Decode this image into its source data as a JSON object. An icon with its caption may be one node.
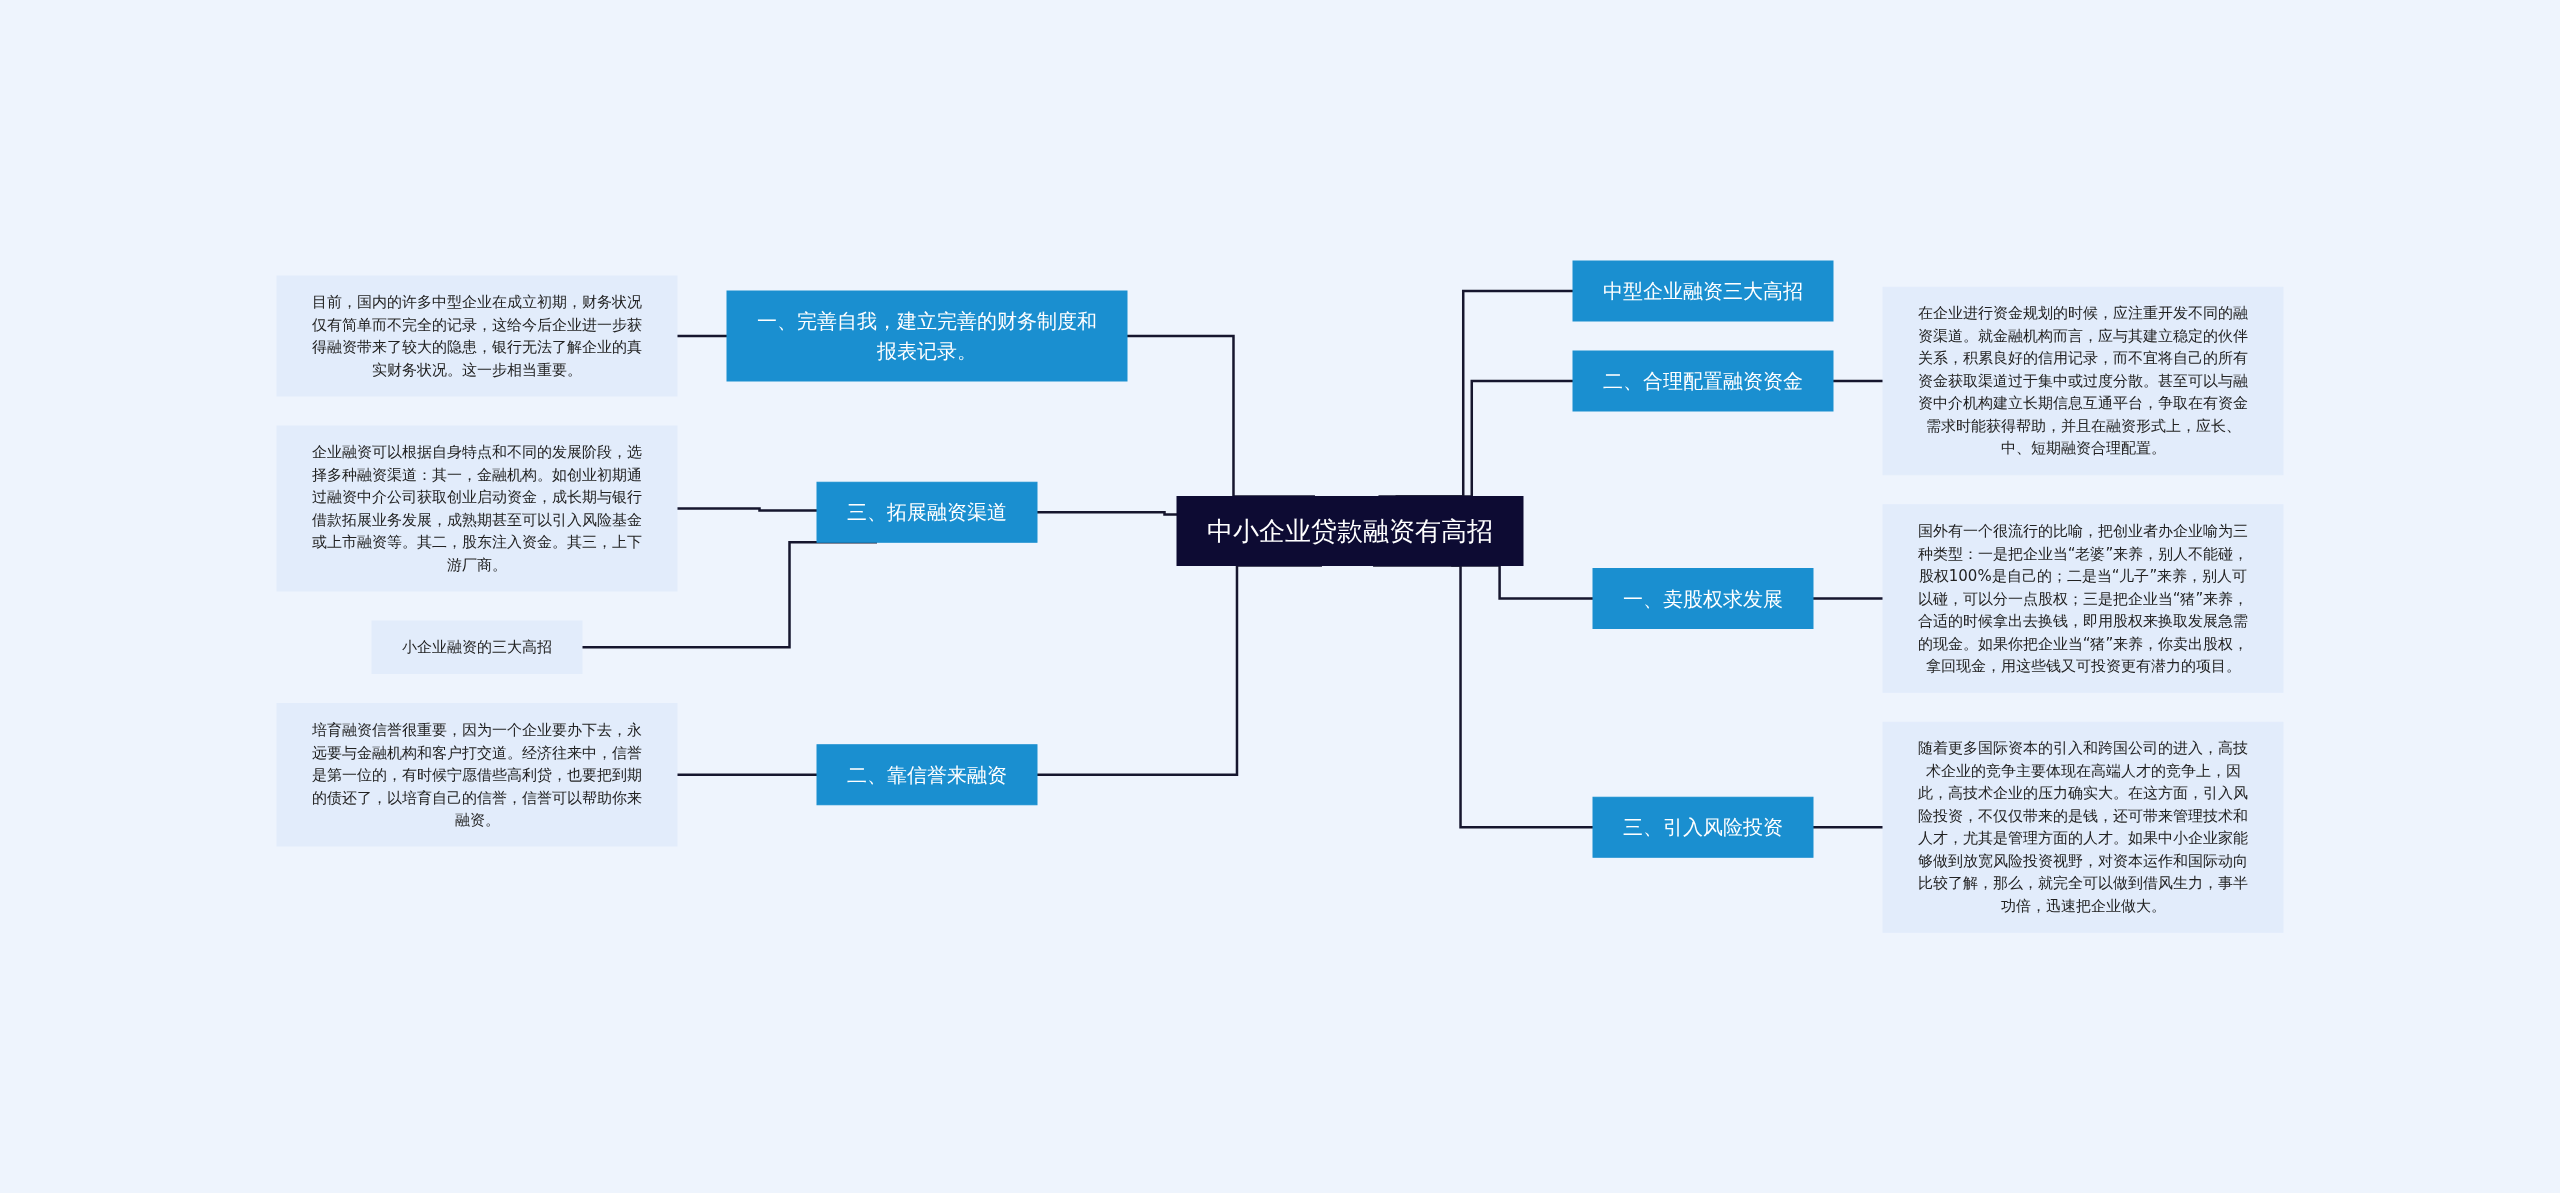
{
  "diagram": {
    "nodes": [
      {
        "text": [
          "中小企业贷款融资有高招"
        ]
      },
      {
        "text": [
          "一、完善自我，建立完善的财务制度和报表记录。"
        ]
      },
      {
        "text": [
          "目前，国内的许多中型企业在成立初期，财务状况仅有简单而不完全的记录，这给今后企业进一步获得融资带来了较大的隐患，银行无法了解企业的真实财务状况。这一步相当重要。"
        ]
      },
      {
        "text": [
          "三、拓展融资渠道"
        ]
      },
      {
        "text": [
          "企业融资可以根据自身特点和不同的发展阶段，选择多种融资渠道：其一，金融机构。如创业初期通过融资中介公司获取创业启动资金，成长期与银行借款拓展业务发展，成熟期甚至可以引入风险基金或上市融资等。其二，股东注入资金。其三，上下游厂商。"
        ]
      },
      {
        "text": [
          "小企业融资的三大高招"
        ]
      },
      {
        "text": [
          "二、靠信誉来融资"
        ]
      },
      {
        "text": [
          "培育融资信誉很重要，因为一个企业要办下去，永远要与金融机构和客户打交道。经济往来中，信誉是第一位的，有时候宁愿借些高利贷，也要把到期的债还了，以培育自己的信誉，信誉可以帮助你来融资。"
        ]
      },
      {
        "text": [
          "中型企业融资三大高招"
        ]
      },
      {
        "text": [
          "二、合理配置融资资金"
        ]
      },
      {
        "text": [
          "在企业进行资金规划的时候，应注重开发不同的融资渠道。就金融机构而言，应与其建立稳定的伙伴关系，积累良好的信用记录，而不宜将自己的所有资金获取渠道过于集中或过度分散。甚至可以与融资中介机构建立长期信息互通平台，争取在有资金需求时能获得帮助，并且在融资形式上，应长、中、短期融资合理配置。"
        ]
      },
      {
        "text": [
          "一、卖股权求发展"
        ]
      },
      {
        "text": [
          "国外有一个很流行的比喻，把创业者办企业喻为三种类型：一是把企业当“老婆”来养，别人不能碰，股权100%是自己的；二是当“儿子”来养，别人可以碰，可以分一点股权；三是把企业当“猪”来养，合适的时候拿出去换钱，即用股权来换取发展急需的现金。如果你把企业当“猪”来养，你卖出股权，拿回现金，用这些钱又可投资更有潜力的项目。"
        ]
      },
      {
        "text": [
          "三、引入风险投资"
        ]
      },
      {
        "text": [
          "随着更多国际资本的引入和跨国公司的进入，高技术企业的竞争主要体现在高端人才的竞争上，因此，高技术企业的压力确实大。在这方面，引入风险投资，不仅仅带来的是钱，还可带来管理技术和人才，尤其是管理方面的人才。如果中小企业家能够做到放宽风险投资视野，对资本运作和国际动向比较了解，那么，就完全可以做到借风生力，事半功倍，迅速把企业做大。"
        ]
      }
    ],
    "edges": [
      {
        "from": 2,
        "to": 1,
        "arrow": "none"
      },
      {
        "from": 1,
        "to": 0,
        "arrow": "none"
      },
      {
        "from": 4,
        "to": 3,
        "arrow": "none"
      },
      {
        "from": 5,
        "to": 3,
        "arrow": "none"
      },
      {
        "from": 3,
        "to": 0,
        "arrow": "none"
      },
      {
        "from": 7,
        "to": 6,
        "arrow": "none"
      },
      {
        "from": 6,
        "to": 0,
        "arrow": "none"
      },
      {
        "from": 0,
        "to": 8,
        "arrow": "none"
      },
      {
        "from": 0,
        "to": 9,
        "arrow": "none"
      },
      {
        "from": 9,
        "to": 10,
        "arrow": "none"
      },
      {
        "from": 0,
        "to": 11,
        "arrow": "none"
      },
      {
        "from": 11,
        "to": 12,
        "arrow": "none"
      },
      {
        "from": 0,
        "to": 13,
        "arrow": "none"
      },
      {
        "from": 13,
        "to": 14,
        "arrow": "none"
      }
    ]
  }
}
